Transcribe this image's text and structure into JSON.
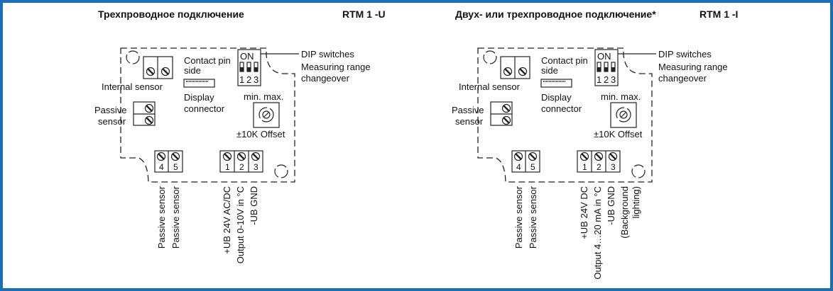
{
  "panels": [
    {
      "title": "Трехпроводное подключение",
      "model": "RTM 1 -U",
      "internal_sensor": "Internal sensor",
      "passive_sensor": [
        "Passive",
        "sensor"
      ],
      "contact_pin_side": [
        "Contact pin",
        "side"
      ],
      "display_connector": [
        "Display",
        "connector"
      ],
      "dip_on": "ON",
      "dip_numbers": [
        "1",
        "2",
        "3"
      ],
      "dip_switches": "DIP switches",
      "measuring_range": [
        "Measuring range",
        "changeover"
      ],
      "min_max": "min.  max.",
      "offset": "±10K Offset",
      "terminals_a": [
        "4",
        "5"
      ],
      "terminals_b": [
        "1",
        "2",
        "3"
      ],
      "wire_labels_a": [
        "Passive sensor",
        "Passive sensor"
      ],
      "wire_labels_b": [
        "+UB 24V AC/DC",
        "Output 0-10V in °C",
        "-UB GND"
      ]
    },
    {
      "title": "Двух- или трехпроводное подключение*",
      "model": "RTM 1 -I",
      "internal_sensor": "Internal sensor",
      "passive_sensor": [
        "Passive",
        "sensor"
      ],
      "contact_pin_side": [
        "Contact pin",
        "side"
      ],
      "display_connector": [
        "Display",
        "connector"
      ],
      "dip_on": "ON",
      "dip_numbers": [
        "1",
        "2",
        "3"
      ],
      "dip_switches": "DIP switches",
      "measuring_range": [
        "Measuring range",
        "changeover"
      ],
      "min_max": "min.  max.",
      "offset": "±10K Offset",
      "terminals_a": [
        "4",
        "5"
      ],
      "terminals_b": [
        "1",
        "2",
        "3"
      ],
      "wire_labels_a": [
        "Passive sensor",
        "Passive sensor"
      ],
      "wire_labels_b": [
        "+UB 24V DC",
        "Output  4…20 mA in °C",
        "-UB GND",
        "(Background",
        "lighting)"
      ]
    }
  ],
  "colors": {
    "border": "#1a6fb5",
    "line": "#222222"
  }
}
